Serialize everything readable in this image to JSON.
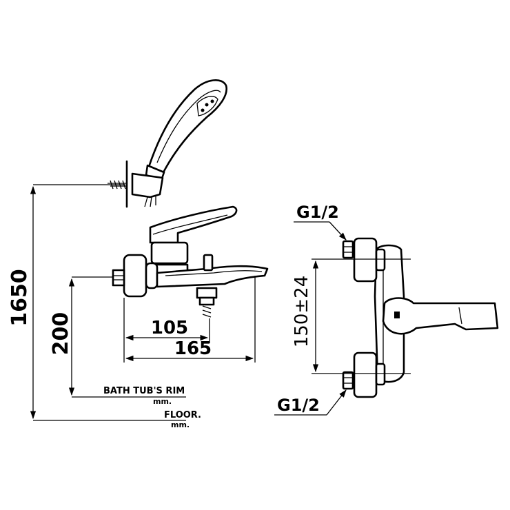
{
  "dimensions": {
    "total_height": "1650",
    "rim_height": "200",
    "spout_reach": "105",
    "spout_length": "165",
    "centers": "150±24"
  },
  "labels": {
    "bath_tub_rim": "BATH TUB'S RIM",
    "floor": "FLOOR.",
    "unit_rim": "mm.",
    "unit_floor": "mm.",
    "thread_top": "G1/2",
    "thread_bottom": "G1/2"
  }
}
